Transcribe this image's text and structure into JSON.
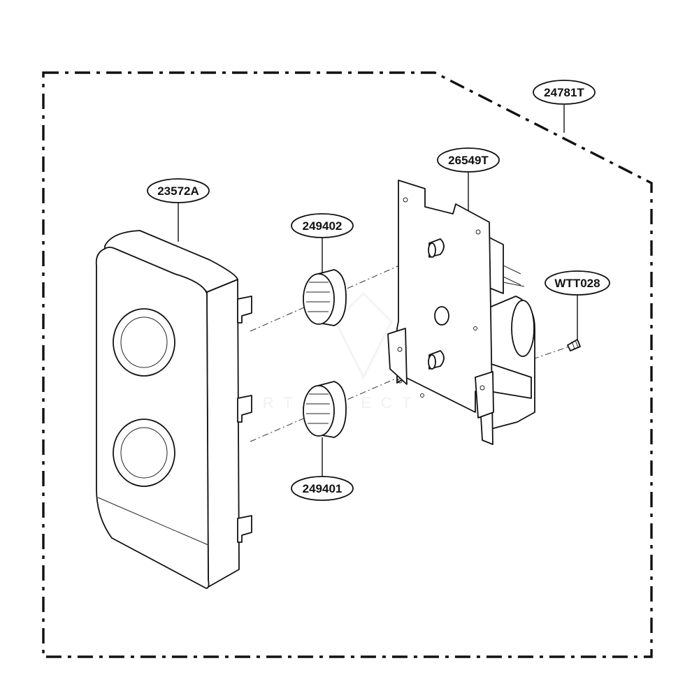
{
  "callouts": [
    {
      "id": "assembly",
      "text": "24781T"
    },
    {
      "id": "pcb",
      "text": "26549T"
    },
    {
      "id": "panel",
      "text": "23572A"
    },
    {
      "id": "knob-upper",
      "text": "249402"
    },
    {
      "id": "knob-lower",
      "text": "249401"
    },
    {
      "id": "screw",
      "text": "WTT028"
    }
  ]
}
